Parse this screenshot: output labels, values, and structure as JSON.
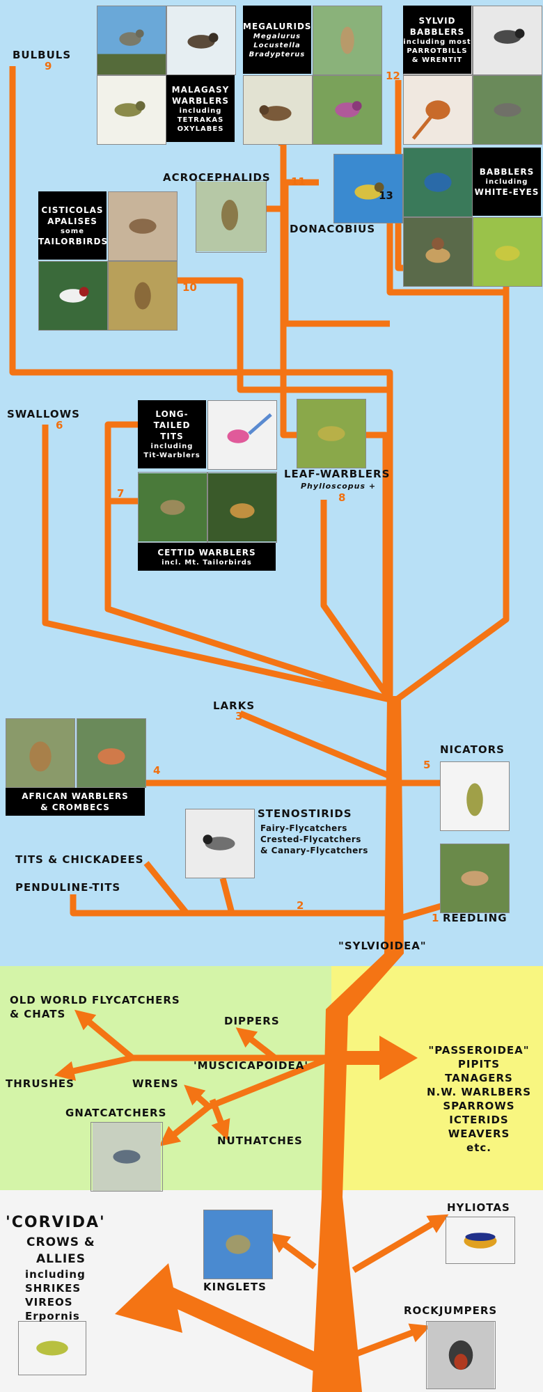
{
  "regions": {
    "sylvioidea": "\"SYLVIOIDEA\"",
    "muscicapoidea": "'MUSCICAPOIDEA'",
    "passeroidea": "\"PASSEROIDEA\"",
    "corvida": "'CORVIDA'"
  },
  "sylvioidea_groups": {
    "bulbuls": {
      "label": "BULBULS",
      "number": "9"
    },
    "megalurids": {
      "label": "MEGALURIDS",
      "members": [
        "Megalurus",
        "Locustella",
        "Bradypterus"
      ]
    },
    "malagasy": {
      "lines": [
        "MALAGASY",
        "WARBLERS",
        "including",
        "TETRAKAS",
        "OXYLABES"
      ]
    },
    "sylvid": {
      "lines": [
        "SYLVID",
        "BABBLERS",
        "including most",
        "PARROTBILLS",
        "& WRENTIT"
      ],
      "number": "12"
    },
    "babblers": {
      "lines": [
        "BABBLERS",
        "including",
        "WHITE-EYES"
      ],
      "number": "13"
    },
    "acrocephalids": {
      "label": "ACROCEPHALIDS",
      "number": "11"
    },
    "donacobius": {
      "label": "DONACOBIUS"
    },
    "cisticolas": {
      "lines": [
        "CISTICOLAS",
        "APALISES",
        "some",
        "TAILORBIRDS"
      ],
      "number": "10"
    },
    "swallows": {
      "label": "SWALLOWS",
      "number": "6"
    },
    "longtailed": {
      "lines": [
        "LONG-TAILED",
        "TITS",
        "including",
        "Tit-Warblers"
      ]
    },
    "cettid": {
      "lines": [
        "CETTID WARBLERS",
        "incl. Mt. Tailorbirds"
      ],
      "number": "7"
    },
    "leaf": {
      "label": "LEAF-WARBLERS",
      "sub": "Phylloscopus +",
      "number": "8"
    },
    "larks": {
      "label": "LARKS",
      "number": "3"
    },
    "african": {
      "lines": [
        "AFRICAN WARBLERS",
        "& CROMBECS"
      ],
      "number": "4"
    },
    "nicators": {
      "label": "NICATORS",
      "number": "5"
    },
    "stenostirids": {
      "label": "STENOSTIRIDS",
      "members": [
        "Fairy-Flycatchers",
        "Crested-Flycatchers",
        "& Canary-Flycatchers"
      ]
    },
    "tits": {
      "label": "TITS & CHICKADEES"
    },
    "penduline": {
      "label": "PENDULINE-TITS",
      "number": "2"
    },
    "reedling": {
      "label": "REEDLING",
      "number": "1"
    }
  },
  "muscicapoidea_groups": {
    "owf": {
      "lines": [
        "OLD WORLD FLYCATCHERS",
        "& CHATS"
      ]
    },
    "dippers": "DIPPERS",
    "thrushes": "THRUSHES",
    "wrens": "WRENS",
    "gnatcatchers": "GNATCATCHERS",
    "nuthatches": "NUTHATCHES"
  },
  "passeroidea_members": [
    "PIPITS",
    "TANAGERS",
    "N.W. WARLBERS",
    "SPARROWS",
    "ICTERIDS",
    "WEAVERS",
    "etc."
  ],
  "corvida_lines": [
    "CROWS &",
    "ALLIES",
    "including",
    "SHRIKES",
    "VIREOS",
    "Erpornis"
  ],
  "basal_groups": {
    "kinglets": "KINGLETS",
    "hyliotas": "HYLIOTAS",
    "rockjumpers": "ROCKJUMPERS"
  },
  "colors": {
    "branch": "#f47414",
    "number": "#f07010",
    "blue_band": "#b8e0f6",
    "green_band": "#d4f4a8",
    "yellow_band": "#f8f680"
  }
}
